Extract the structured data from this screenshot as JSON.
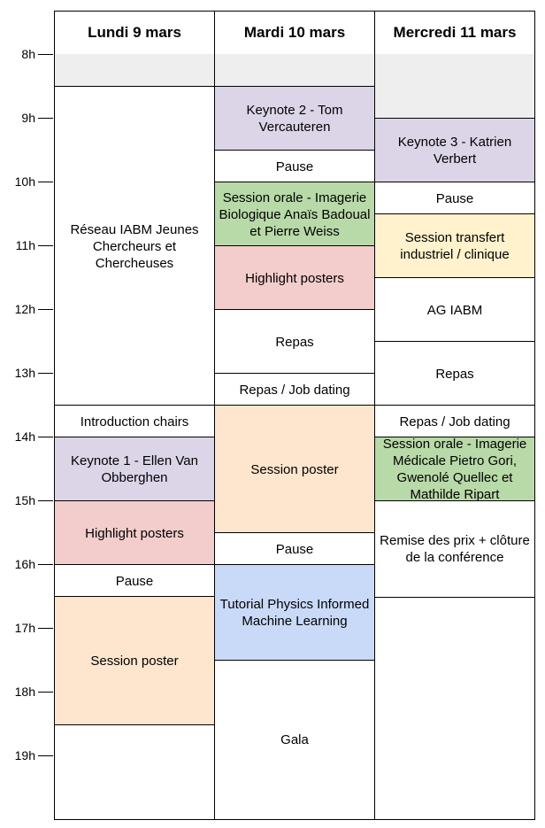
{
  "colors": {
    "gray": "#eeeeee",
    "purple": "#dcd5e8",
    "green": "#b8d9a8",
    "red": "#f3cccc",
    "orange": "#fde6cd",
    "yellow": "#fff2cc",
    "blue": "#c9daf8",
    "white": "#ffffff"
  },
  "hours": [
    "8h",
    "9h",
    "10h",
    "11h",
    "12h",
    "13h",
    "14h",
    "15h",
    "16h",
    "17h",
    "18h",
    "19h"
  ],
  "days": [
    {
      "title": "Lundi 9 mars",
      "events": [
        {
          "label": "",
          "start": 8.0,
          "end": 8.5,
          "color": "gray"
        },
        {
          "label": "Réseau IABM Jeunes Chercheurs et Chercheuses",
          "start": 8.5,
          "end": 13.5,
          "color": "white"
        },
        {
          "label": "Introduction chairs",
          "start": 13.5,
          "end": 14.0,
          "color": "white"
        },
        {
          "label": "Keynote 1 - Ellen Van Obberghen",
          "start": 14.0,
          "end": 15.0,
          "color": "purple"
        },
        {
          "label": "Highlight posters",
          "start": 15.0,
          "end": 16.0,
          "color": "red"
        },
        {
          "label": "Pause",
          "start": 16.0,
          "end": 16.5,
          "color": "white"
        },
        {
          "label": "Session poster",
          "start": 16.5,
          "end": 18.5,
          "color": "orange"
        }
      ]
    },
    {
      "title": "Mardi 10 mars",
      "events": [
        {
          "label": "",
          "start": 8.0,
          "end": 8.5,
          "color": "gray"
        },
        {
          "label": "Keynote 2 - Tom Vercauteren",
          "start": 8.5,
          "end": 9.5,
          "color": "purple"
        },
        {
          "label": "Pause",
          "start": 9.5,
          "end": 10.0,
          "color": "white"
        },
        {
          "label": "Session orale - Imagerie Biologique Anaïs Badoual et Pierre Weiss",
          "start": 10.0,
          "end": 11.0,
          "color": "green"
        },
        {
          "label": "Highlight posters",
          "start": 11.0,
          "end": 12.0,
          "color": "red"
        },
        {
          "label": "Repas",
          "start": 12.0,
          "end": 13.0,
          "color": "white"
        },
        {
          "label": "Repas / Job dating",
          "start": 13.0,
          "end": 13.5,
          "color": "white"
        },
        {
          "label": "Session poster",
          "start": 13.5,
          "end": 15.5,
          "color": "orange"
        },
        {
          "label": "Pause",
          "start": 15.5,
          "end": 16.0,
          "color": "white"
        },
        {
          "label": "Tutorial Physics Informed Machine Learning",
          "start": 16.0,
          "end": 17.5,
          "color": "blue"
        },
        {
          "label": "Gala",
          "start": 17.5,
          "end": 20.0,
          "color": "white"
        }
      ]
    },
    {
      "title": "Mercredi 11 mars",
      "events": [
        {
          "label": "",
          "start": 8.0,
          "end": 9.0,
          "color": "gray"
        },
        {
          "label": "Keynote 3 - Katrien Verbert",
          "start": 9.0,
          "end": 10.0,
          "color": "purple"
        },
        {
          "label": "Pause",
          "start": 10.0,
          "end": 10.5,
          "color": "white"
        },
        {
          "label": "Session transfert industriel / clinique",
          "start": 10.5,
          "end": 11.5,
          "color": "yellow"
        },
        {
          "label": "AG IABM",
          "start": 11.5,
          "end": 12.5,
          "color": "white"
        },
        {
          "label": "Repas",
          "start": 12.5,
          "end": 13.5,
          "color": "white"
        },
        {
          "label": "Repas / Job dating",
          "start": 13.5,
          "end": 14.0,
          "color": "white"
        },
        {
          "label": "Session orale - Imagerie Médicale Pietro Gori, Gwenolé Quellec et Mathilde Ripart",
          "start": 14.0,
          "end": 15.0,
          "color": "green"
        },
        {
          "label": "Remise des prix + clôture de la conférence",
          "start": 15.0,
          "end": 16.5,
          "color": "white"
        }
      ]
    }
  ]
}
